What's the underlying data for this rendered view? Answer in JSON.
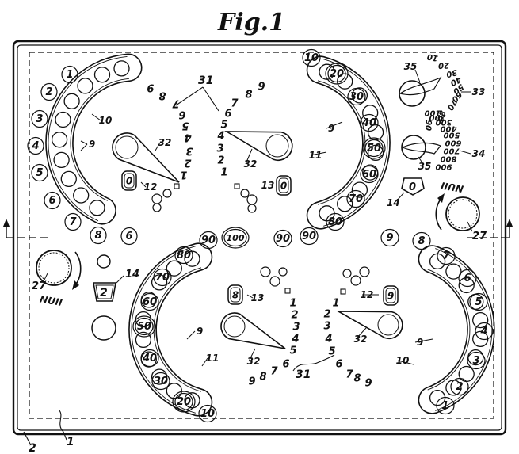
{
  "figure": {
    "caption": "Fig.1",
    "colors": {
      "ink": "#111111",
      "paper": "#ffffff"
    }
  },
  "board": {
    "label_1": "1",
    "label_2": "2",
    "zero_label": "0",
    "knob_labels": [
      "27",
      "27"
    ],
    "nuii_text": [
      "NUII",
      "NUII"
    ],
    "dice_value": "2",
    "dice_label": "14"
  },
  "quadrants": {
    "top_left": {
      "rim_numbers": [
        "1",
        "2",
        "3",
        "4",
        "5",
        "6",
        "7",
        "8",
        "6"
      ],
      "ref_arc": "10",
      "ref_holes": "9",
      "ref_pointer": "32",
      "ref_zero": "12",
      "scale_digits": [
        "1",
        "2",
        "3",
        "4",
        "5",
        "6",
        "7",
        "8",
        "9"
      ]
    },
    "top_right": {
      "rim_numbers": [
        "10",
        "20",
        "30",
        "40",
        "50",
        "60",
        "70",
        "80",
        "90",
        "100"
      ],
      "ref_arc": "11",
      "ref_holes": "9",
      "ref_pointer": "32",
      "ref_zero": "13",
      "scale_digits": [
        "1",
        "2",
        "3",
        "4",
        "5",
        "6",
        "7",
        "8",
        "9"
      ]
    },
    "bottom_left": {
      "rim_numbers": [
        "100",
        "90",
        "80",
        "70",
        "60",
        "50",
        "40",
        "30",
        "20",
        "10"
      ],
      "ref_arc": "11",
      "ref_holes": "9",
      "ref_pointer": "32",
      "ref_zero": "13",
      "zero_value": "8",
      "scale_digits": [
        "1",
        "2",
        "3",
        "4",
        "5",
        "6",
        "7",
        "8",
        "9"
      ]
    },
    "bottom_right": {
      "rim_numbers": [
        "9",
        "8",
        "7",
        "6",
        "5",
        "4",
        "3",
        "2",
        "1"
      ],
      "ref_arc": "10",
      "ref_holes": "9",
      "ref_pointer": "32",
      "ref_zero": "12",
      "zero_value": "9",
      "scale_digits": [
        "1",
        "2",
        "3",
        "4",
        "5",
        "6",
        "7",
        "8",
        "9"
      ]
    }
  },
  "scale_ref": "31",
  "upper_right": {
    "ref_dial_top": "35",
    "ref_dial_bottom": "35",
    "ref_33": "33",
    "ref_34": "34",
    "tens_scale": [
      "10",
      "20",
      "30",
      "40",
      "50",
      "60",
      "70",
      "80",
      "90"
    ],
    "hundreds_scale": [
      "100",
      "200",
      "300",
      "400",
      "500",
      "600",
      "700",
      "800",
      "900"
    ]
  }
}
